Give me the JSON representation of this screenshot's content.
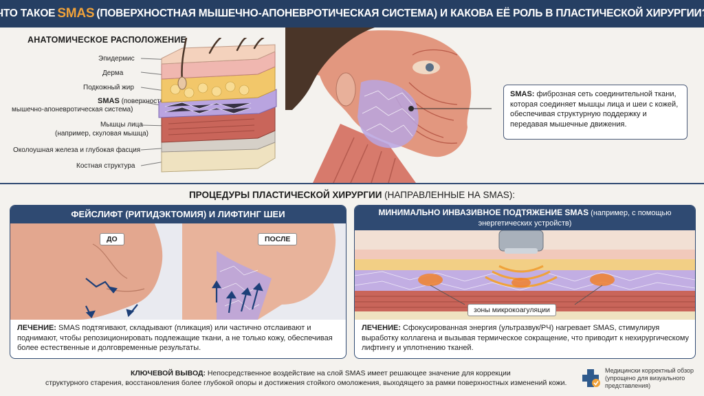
{
  "header": {
    "before": "ЧТО ТАКОЕ",
    "smas": "SMAS",
    "after": "(ПОВЕРХНОСТНАЯ МЫШЕЧНО-АПОНЕВРОТИЧЕСКАЯ СИСТЕМА) И КАКОВА ЕЁ РОЛЬ В ПЛАСТИЧЕСКОЙ ХИРУРГИИ?"
  },
  "anatomy": {
    "title": "АНАТОМИЧЕСКОЕ РАСПОЛОЖЕНИЕ",
    "layers": {
      "epidermis": "Эпидермис",
      "dermis": "Дерма",
      "fat": "Подкожный жир",
      "smas_bold": "SMAS",
      "smas_rest": "(поверхностная",
      "smas_line2": "мышечно-апоневротическая система)",
      "muscle_1": "Мышцы лица",
      "muscle_2": "(например, скуловая мышца)",
      "parotid": "Околоушная железа и глубокая фасция",
      "bone": "Костная структура"
    }
  },
  "callout": {
    "bold": "SMAS:",
    "text": "фиброзная сеть соединительной ткани, которая соединяет мышцы лица и шеи с кожей, обеспечивая структурную поддержку и передавая мышечные движения."
  },
  "procedures": {
    "title_bold": "ПРОЦЕДУРЫ ПЛАСТИЧЕСКОЙ ХИРУРГИИ",
    "title_rest": "(НАПРАВЛЕННЫЕ НА SMAS):"
  },
  "facelift": {
    "title": "ФЕЙСЛИФТ (РИТИДЭКТОМИЯ) И ЛИФТИНГ ШЕИ",
    "before": "ДО",
    "after": "ПОСЛЕ",
    "treatment_label": "ЛЕЧЕНИЕ:",
    "treatment_text": "SMAS подтягивают, складывают (пликация) или частично отслаивают и поднимают, чтобы репозиционировать подлежащие ткани, а не только кожу, обеспечивая более естественные и долговременные результаты."
  },
  "minimal": {
    "title_bold": "МИНИМАЛЬНО ИНВАЗИВНОЕ ПОДТЯЖЕНИЕ SMAS",
    "title_rest": "(например, с помощью",
    "title_line2": "энергетических устройств)",
    "zones": "зоны микрокоагуляции",
    "treatment_label": "ЛЕЧЕНИЕ:",
    "treatment_text": "Сфокусированная энергия (ультразвук/РЧ) нагревает SMAS, стимулируя выработку коллагена и вызывая термическое сокращение, что приводит к нехирургическому лифтингу и уплотнению тканей."
  },
  "footer": {
    "label": "КЛЮЧЕВОЙ ВЫВОД:",
    "line1": "Непосредственное воздействие на слой SMAS имеет решающее значение для коррекции",
    "line2": "структурного старения, восстановления более глубокой опоры и достижения стойкого омоложения, выходящего за рамки поверхностных изменений кожи."
  },
  "badge": {
    "line1": "Медицински корректный обзор",
    "line2": "(упрощено для визуального",
    "line3": "представления)"
  },
  "colors": {
    "navy": "#263f63",
    "accent": "#f0a23a",
    "smas": "#b9a4e0",
    "muscle": "#c9655a",
    "fat": "#f2c76a"
  }
}
